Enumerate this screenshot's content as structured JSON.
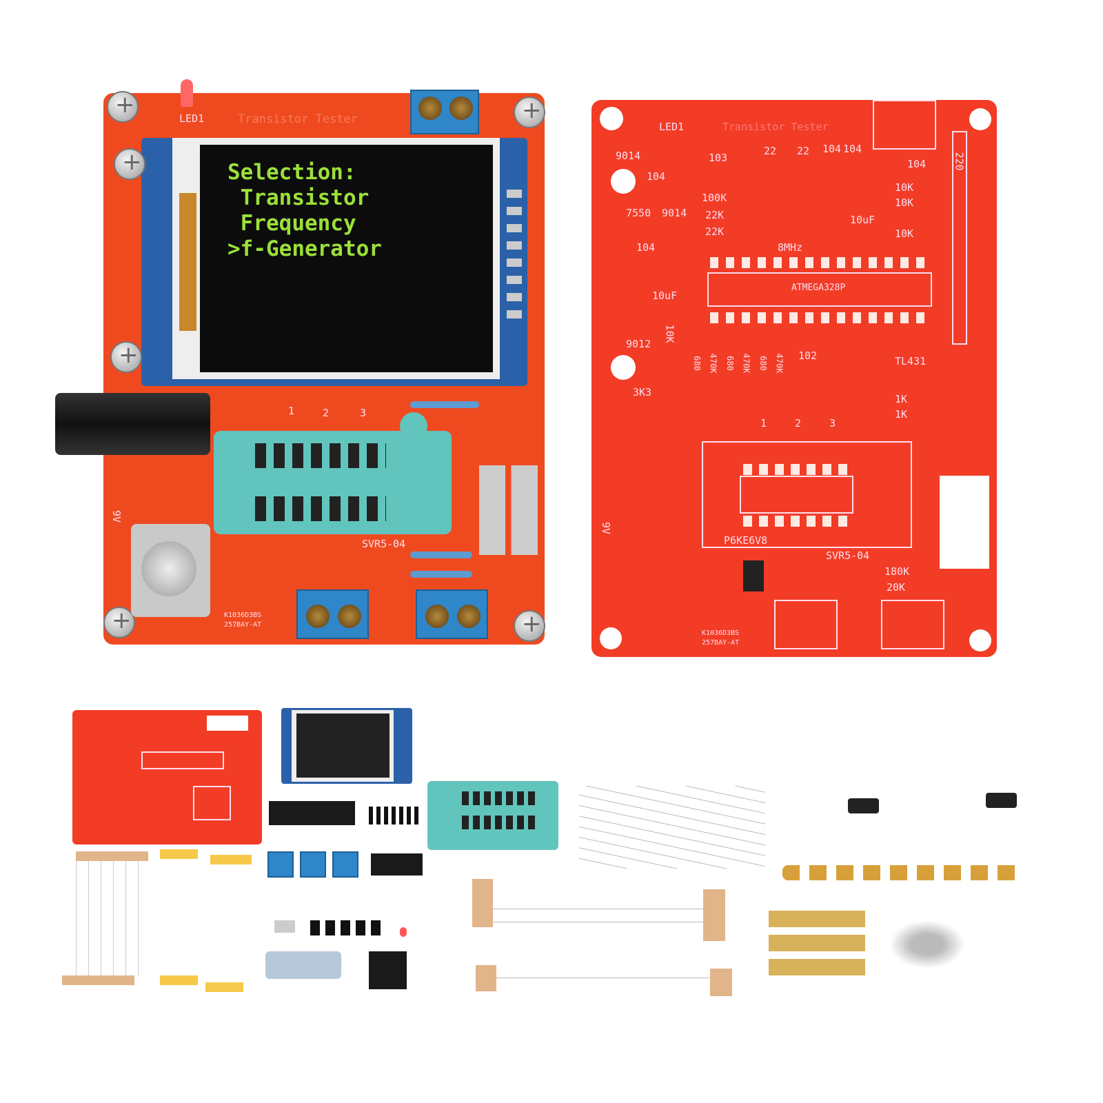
{
  "screen": {
    "lines": [
      "Selection:",
      " Transistor",
      " Frequency",
      ">f-Generator"
    ],
    "text_color": "#9be03a"
  },
  "assembled_board": {
    "labels": {
      "led": "LED1",
      "title": "Transistor Tester",
      "pins": [
        "1",
        "2",
        "3"
      ],
      "svr": "SVR5-04",
      "power": "9V",
      "model": "K1036D3BS",
      "batch": "257BAY-AT"
    }
  },
  "bare_board": {
    "labels": {
      "led": "LED1",
      "title": "Transistor Tester",
      "t1": "9014",
      "c103": "103",
      "c104a": "104",
      "c22a": "22",
      "c22b": "22",
      "c104b": "104",
      "c104c": "104",
      "c104d": "104",
      "r100k": "100K",
      "r22ka": "22K",
      "r22kb": "22K",
      "t7550": "7550",
      "t9014": "9014",
      "c104e": "104",
      "xtal": "8MHz",
      "c10ua": "10uF",
      "c10ub": "10uF",
      "r10ka": "10K",
      "r10kb": "10K",
      "r10kc": "10K",
      "r10kd": "10K",
      "mcu": "ATMEGA328P",
      "t9012": "9012",
      "c102": "102",
      "vref": "TL431",
      "r220": "220",
      "r3k3": "3K3",
      "r1ka": "1K",
      "r1kb": "1K",
      "pins": [
        "1",
        "2",
        "3"
      ],
      "tvs": "P6KE6V8",
      "svr": "SVR5-04",
      "r180k": "180K",
      "r20k": "20K",
      "power": "9V",
      "model": "K1036D3BS",
      "batch": "257BAY-AT",
      "r_col": [
        "680",
        "470K",
        "680",
        "470K",
        "680",
        "470K"
      ]
    }
  },
  "colors": {
    "pcb_bare": "#f23c26",
    "pcb_assembled": "#ef4a1f",
    "lcd_frame": "#2b61a8",
    "zif": "#62c5bd",
    "terminal": "#2f86c8"
  }
}
